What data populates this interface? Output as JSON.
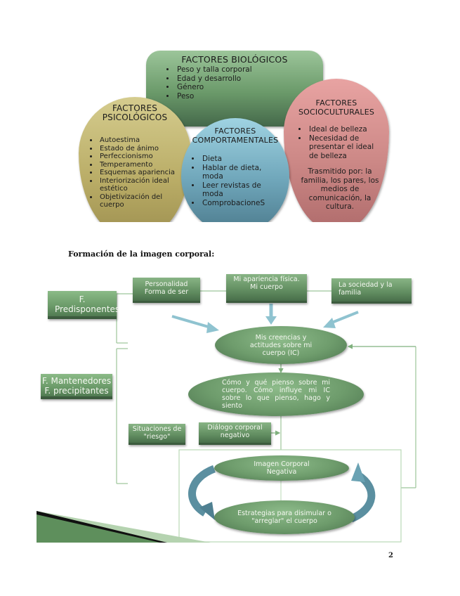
{
  "factors_diagram": {
    "biologicos": {
      "title": "FACTORES BIOLÓGICOS",
      "items": [
        "Peso y talla corporal",
        "Edad y desarrollo",
        "Género",
        "Peso"
      ]
    },
    "psicologicos": {
      "title_line1": "FACTORES",
      "title_line2": "PSICOLÓGICOS",
      "items": [
        "Autoestima",
        "Estado de ánimo",
        "Perfeccionismo",
        "Temperamento",
        "Esquemas apariencia",
        "Interiorización ideal estético",
        "Objetivización del cuerpo"
      ]
    },
    "comportamentales": {
      "title_line1": "FACTORES",
      "title_line2": "COMPORTAMENTALES",
      "items": [
        "Dieta",
        "Hablar de dieta, moda",
        "Leer revistas de moda",
        "ComprobacioneS"
      ]
    },
    "socioculturales": {
      "title_line1": "FACTORES",
      "title_line2": "SOCIOCULTURALES",
      "items": [
        "Ideal de belleza",
        "Necesidad de presentar el ideal de belleza"
      ],
      "note": "Trasmitido por: la familia, los pares, los medios de comunicación, la cultura."
    },
    "colors": {
      "biologicos": "#6b9a6a",
      "psicologicos": "#b9ac66",
      "comportamentales": "#6ea5b9",
      "socioculturales": "#cc8886"
    }
  },
  "formation_diagram": {
    "heading": "Formación de la imagen corporal:",
    "left_labels": {
      "predisponentes": "F. Predisponentes",
      "mantenedores_line1": "F. Mantenedores",
      "mantenedores_line2": "F. precipitantes"
    },
    "top_boxes": {
      "personalidad_line1": "Personalidad",
      "personalidad_line2": "Forma de ser",
      "apariencia_line1": "Mi apariencia física.",
      "apariencia_line2": "Mi cuerpo",
      "sociedad": "La sociedad y la familia"
    },
    "ellipses": {
      "creencias": "Mis creencias y actitudes sobre mi cuerpo (IC)",
      "como_pienso": "Cómo y qué pienso sobre mi cuerpo. Cómo influye mi IC sobre lo que pienso, hago y siento",
      "imagen_negativa_line1": "Imagen Corporal",
      "imagen_negativa_line2": "Negativa",
      "estrategias_line1": "Estrategias para disimular o",
      "estrategias_line2": "\"arreglar\" el cuerpo"
    },
    "small_boxes": {
      "situaciones_line1": "Situaciones de",
      "situaciones_line2": "\"riesgo\"",
      "dialogo_line1": "Diálogo corporal",
      "dialogo_line2": "negativo"
    },
    "colors": {
      "box_green": "#628e61",
      "arrow_blue": "#8fc3d0",
      "connector": "#9cc59a"
    }
  },
  "page": {
    "number": "2"
  }
}
